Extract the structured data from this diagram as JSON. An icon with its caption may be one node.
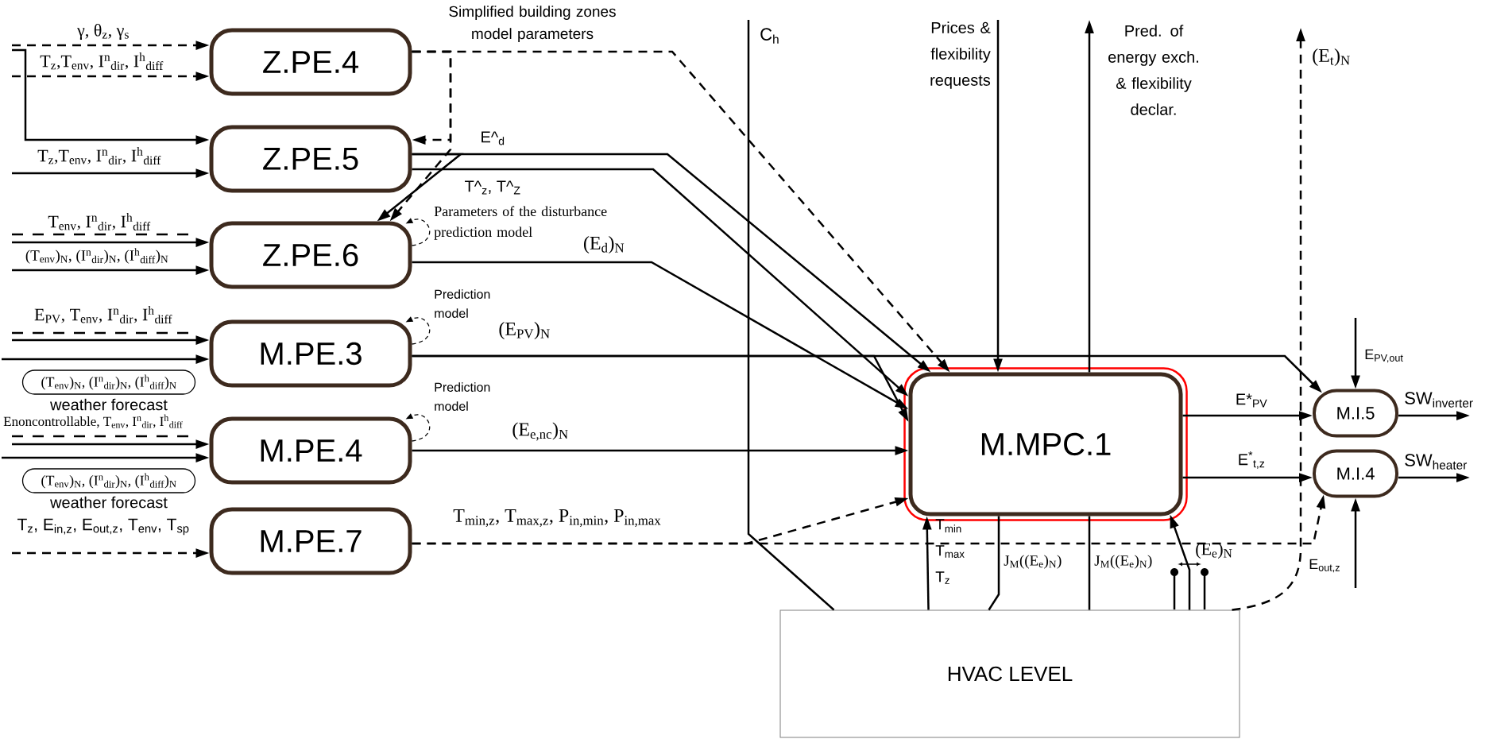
{
  "diagram": {
    "nodes": [
      {
        "text": [
          "Z.PE.4"
        ]
      },
      {
        "text": [
          "Z.PE.5"
        ]
      },
      {
        "text": [
          "Z.PE.6"
        ]
      },
      {
        "text": [
          "M.PE.3"
        ]
      },
      {
        "text": [
          "(T$_{env}$)$_{N}$, (I$^{n}$$_{dir}$)$_{N}$, (I$^{h}$$_{diff}$)$_{N}$"
        ],
        "beside": [
          "weather forecast"
        ]
      },
      {
        "text": [
          "M.PE.4"
        ]
      },
      {
        "text": [
          "(T$_{env}$)$_{N}$, (I$^{n}$$_{dir}$)$_{N}$, (I$^{h}$$_{diff}$)$_{N}$"
        ],
        "beside": [
          "weather forecast"
        ]
      },
      {
        "text": [
          "M.PE.7"
        ]
      },
      {
        "text": [
          "M.MPC.1"
        ]
      },
      {
        "text": [
          "M.I.5"
        ]
      },
      {
        "text": [
          "M.I.4"
        ]
      },
      {
        "text": [
          "HVAC LEVEL"
        ]
      }
    ],
    "edges": [
      {
        "from": null,
        "to": 0,
        "arrow": "to",
        "style": "dashed",
        "label": "γ, θ$_{z}$, γ$_{s}$"
      },
      {
        "from": null,
        "to": 0,
        "arrow": "to",
        "style": "dashed",
        "label": "T$_{z}$,T$_{env}$, I$^{n}$$_{dir}$, I$^{h}$$_{diff}$"
      },
      {
        "from": null,
        "to": 1,
        "arrow": "to"
      },
      {
        "from": null,
        "to": 1,
        "arrow": "to",
        "label": "T$_{z}$,T$_{env}$, I$^{n}$$_{dir}$, I$^{h}$$_{diff}$"
      },
      {
        "from": null,
        "to": 2,
        "arrow": "to",
        "label": "T$_{env}$, I$^{n}$$_{dir}$, I$^{h}$$_{diff}$"
      },
      {
        "from": null,
        "to": 2,
        "arrow": "to",
        "label": "(T$_{env}$)$_{N}$, (I$^{n}$$_{dir}$)$_{N}$, (I$^{h}$$_{diff}$)$_{N}$"
      },
      {
        "from": null,
        "to": 3,
        "arrow": "to",
        "label": "E$_{PV}$, T$_{env}$, I$^{n}$$_{dir}$, I$^{h}$$_{diff}$"
      },
      {
        "from": null,
        "to": 3,
        "arrow": "to"
      },
      {
        "from": null,
        "to": 5,
        "arrow": "to",
        "label": "Enoncontrollable, T$_{env}$, I$^{n}$$_{dir}$, I$^{h}$$_{diff}$"
      },
      {
        "from": null,
        "to": 5,
        "arrow": "to"
      },
      {
        "from": null,
        "to": 7,
        "arrow": "to",
        "style": "dashed",
        "label": "T$_{z}$, E$_{in,z}$, E$_{out,z}$, T$_{env}$, T$_{sp}$"
      },
      {
        "from": 0,
        "to": 8,
        "arrow": "to",
        "style": "dashed",
        "label": "Simplified building zones model parameters"
      },
      {
        "from": 0,
        "to": 1,
        "arrow": "to",
        "style": "dashed"
      },
      {
        "from": 0,
        "to": 2,
        "arrow": "to",
        "style": "dashed"
      },
      {
        "from": 1,
        "to": 2,
        "arrow": "to"
      },
      {
        "from": 1,
        "to": 8,
        "arrow": "to",
        "label": "E^$_{d}$"
      },
      {
        "from": 1,
        "to": 8,
        "arrow": "to",
        "label": "T^$_{z}$, T^$_{Z}$"
      },
      {
        "from": 2,
        "to": 8,
        "arrow": "to",
        "label": "(E$_{d}$)$_{N}$"
      },
      {
        "from": 2,
        "to": 2,
        "arrow": "to",
        "style": "dashed",
        "label": "Parameters of the disturbance prediction model"
      },
      {
        "from": 3,
        "to": 8,
        "arrow": "to",
        "label": "(E$_{PV}$)$_{N}$"
      },
      {
        "from": 3,
        "to": 9,
        "arrow": "to"
      },
      {
        "from": 3,
        "to": 3,
        "arrow": "to",
        "style": "dashed",
        "label": "Prediction model"
      },
      {
        "from": 5,
        "to": 8,
        "arrow": "to",
        "label": "(E$_{e,nc}$)$_{N}$"
      },
      {
        "from": 5,
        "to": 5,
        "arrow": "to",
        "style": "dashed",
        "label": "Prediction model"
      },
      {
        "from": 7,
        "to": 8,
        "arrow": "to",
        "style": "dashed",
        "label": "T$_{min,z}$, T$_{max,z}$, P$_{in,min}$, P$_{in,max}$"
      },
      {
        "from": 7,
        "to": 10,
        "arrow": "to",
        "style": "dashed"
      },
      {
        "from": null,
        "to": 11,
        "arrow": "none",
        "label": "C$_{h}$"
      },
      {
        "from": null,
        "to": 8,
        "arrow": "to",
        "label": "Prices & flexibility requests"
      },
      {
        "from": 8,
        "to": null,
        "arrow": "to",
        "label": "Pred. of energy exch. & flexibility declar."
      },
      {
        "from": 11,
        "to": null,
        "arrow": "to",
        "style": "dashed",
        "label": "(E$_{t}$)$_{N}$"
      },
      {
        "from": 11,
        "to": 8,
        "arrow": "to",
        "label": "T$_{min}$ T$_{max}$ T$_{z}$"
      },
      {
        "from": 8,
        "to": 11,
        "arrow": "none",
        "label": "J$_{M}$((E$_{e}$)$_{N}$)"
      },
      {
        "from": 8,
        "to": 11,
        "arrow": "none",
        "label": "J$_{M}$((E$_{e}$)$_{N}$)"
      },
      {
        "from": 11,
        "to": 8,
        "arrow": "to",
        "label": "(E$_{e}$)$_{N}$"
      },
      {
        "from": 8,
        "to": 9,
        "arrow": "to",
        "label": "E*$_{PV}$"
      },
      {
        "from": 8,
        "to": 10,
        "arrow": "to",
        "label": "E$^{*}$$_{t,z}$"
      },
      {
        "from": 9,
        "to": null,
        "arrow": "to",
        "label": "SW$_{inverter}$"
      },
      {
        "from": 10,
        "to": null,
        "arrow": "to",
        "label": "SW$_{heater}$"
      },
      {
        "from": null,
        "to": 9,
        "arrow": "to",
        "label": "E$_{PV,out}$"
      },
      {
        "from": null,
        "to": 10,
        "arrow": "to",
        "label": "E$_{out,z}$"
      }
    ]
  }
}
